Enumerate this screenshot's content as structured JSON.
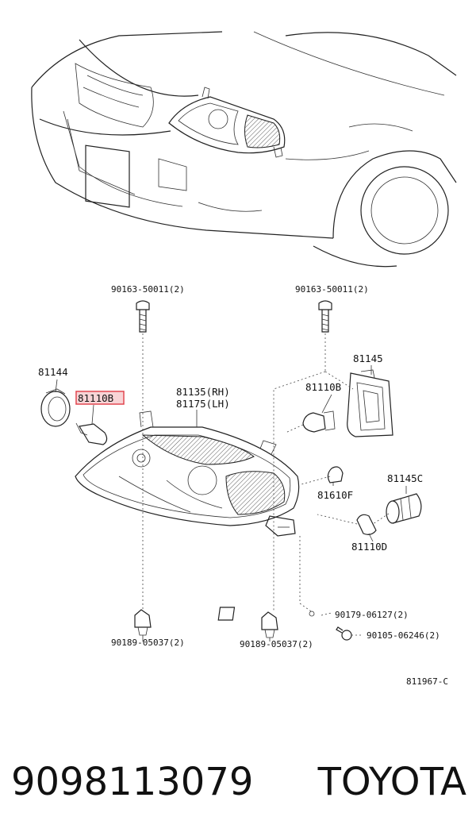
{
  "diagram": {
    "labels": {
      "bolt_left": "90163-50011(2)",
      "bolt_right": "90163-50011(2)",
      "socket_cover": "81144",
      "bulb_highlighted": "81110B",
      "headlamp_rh": "81135(RH)",
      "headlamp_lh": "81175(LH)",
      "bulb_right": "81110B",
      "cover": "81145",
      "bulb_f": "81610F",
      "socket_c": "81145C",
      "bulb_d": "81110D",
      "nut": "90179-06127(2)",
      "screw": "90105-06246(2)",
      "clip_left": "90189-05037(2)",
      "clip_right": "90189-05037(2)",
      "figure_code": "811967-C"
    },
    "highlight_color": "#e0404a"
  },
  "footer": {
    "part_number": "9098113079",
    "brand": "TOYOTA"
  }
}
